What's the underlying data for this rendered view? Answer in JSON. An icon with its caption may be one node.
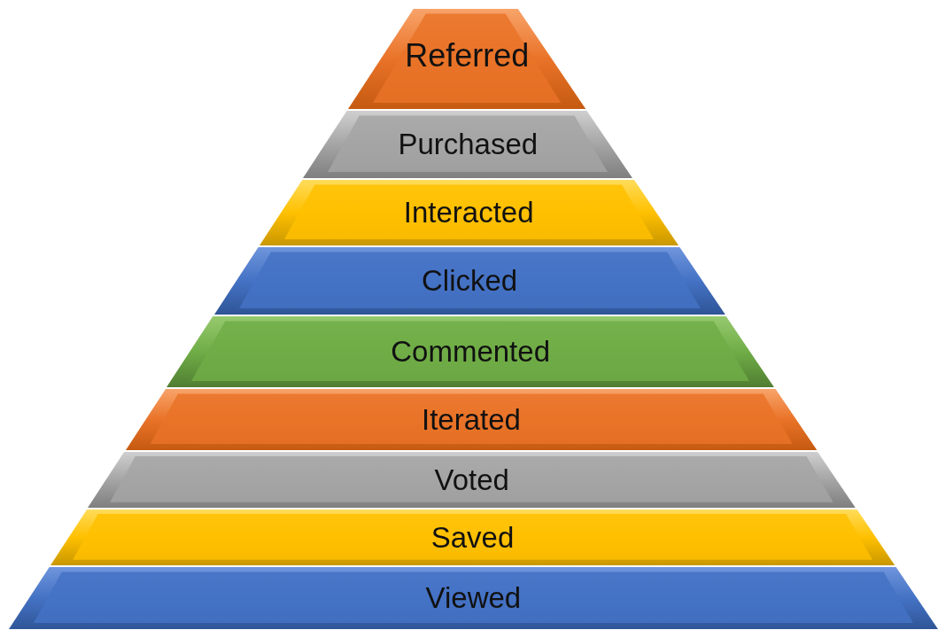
{
  "diagram": {
    "nodes": [
      {
        "text": [
          "Referred"
        ]
      },
      {
        "text": [
          "Purchased"
        ]
      },
      {
        "text": [
          "Interacted"
        ]
      },
      {
        "text": [
          "Clicked"
        ]
      },
      {
        "text": [
          "Commented"
        ]
      },
      {
        "text": [
          "Iterated"
        ]
      },
      {
        "text": [
          "Voted"
        ]
      },
      {
        "text": [
          "Saved"
        ]
      },
      {
        "text": [
          "Viewed"
        ]
      }
    ]
  }
}
